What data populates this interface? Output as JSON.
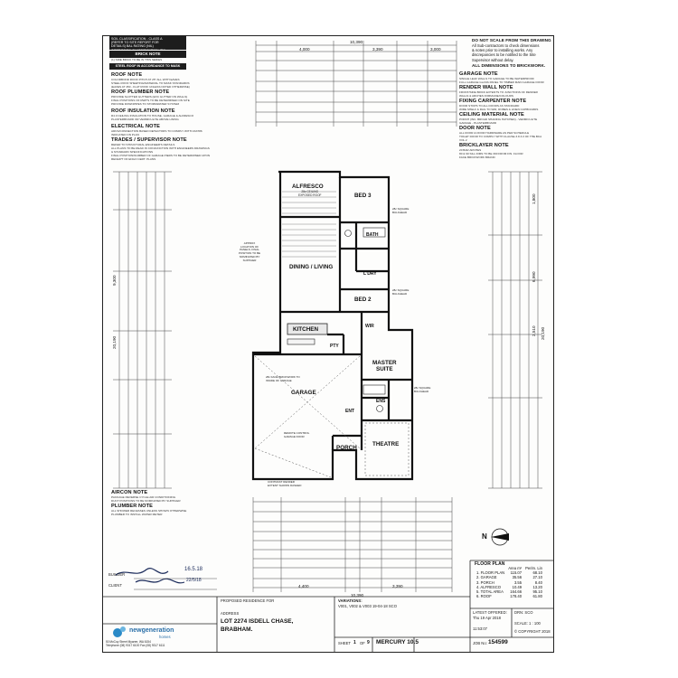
{
  "warning": {
    "line1": "DO NOT SCALE FROM THIS DRAWING",
    "lines": "All Sub-contractors to check dimensions\n& notes prior to installing works. Any\ndiscrepancies to be notified to the Site\nSupervisor without delay.",
    "line_last": "ALL DIMENSIONS TO BRICKWORK."
  },
  "site_class_box": "SOIL CLASSIFICATION - CLASS A\n(REFER TO SITE REPORT FOR\nDETAILS) BAL RATING (NIL)\nCORROSION CLASSIFICATION (R1)",
  "brick_note_band": "BRICK NOTE",
  "brick_note_sub": "(1) SIDE BRICK TO BE IN THIS SERIES",
  "steel_roof_band": "STEEL ROOF IN ACCORDANCE TO MASK STANDARDS",
  "left_notes": [
    {
      "head": "ROOF NOTE",
      "text": "COLORBOND ROOF PITCH AT 25° ALL WITH EAVES\nSTEEL ROOF SHEETING/MATERIAL TO MASK STANDARDS\n(EAVES AT 450 - FLAT ROOF UNLESS NOTED OTHERWISE)"
    },
    {
      "head": "ROOF PLUMBER NOTE",
      "text": "PROVIDE SLOTTED GUTTERS (EXC GUTTER ON WALLS)\nFINAL POSITIONS OF RWP'S TO BE DETERMINED ON SITE\nPROVIDE DOWNPIPES TO STORMWATER SYSTEM"
    },
    {
      "head": "ROOF INSULATION NOTE",
      "text": "R4.0 CEILING INSULATION TO HOUSE, GARAGE & ALFRESCO\nPLASTERBOARD OR VERMICULITE ABOVE LINING"
    },
    {
      "head": "ELECTRICAL NOTE",
      "text": "ARCS/CONNECTION BASED DETECTORS TO COMPLY WITH AS3786\nINDICATED ON PLAN"
    },
    {
      "head": "TRADES / SUPERVISOR NOTE",
      "text": "REFER TO STRUCTURAL ENGINEER'S DETAILS\nALL PLANS TO BE READ IN CONJUNCTION WITH ENGINEERS DRAWINGS\n& STANDARD SPECIFICATIONS\nFINAL POSITION/NUMBER OF GARAGE PIERS TO BE DETERMINED UPON\nRECEIPT OF ENGO CERT. PLANS"
    }
  ],
  "right_notes": [
    {
      "head": "GARAGE NOTE",
      "text": "SINGLE LEAF WALLS TO GARAGE TO BE WATERPROOF\nFULL GARAGE GLASS PANEL TO TIMBER MAIN GARAGE DOOR"
    },
    {
      "head": "RENDER WALL NOTE",
      "text": "FRONT/SIDE BRICK EXTENTS TO JUNCTIONS OF RENDER\nWALLS & ARCHES FORMLINE/COLOURS"
    },
    {
      "head": "FIXING CARPENTER NOTE",
      "text": "DOOR STOPS TO ALL DOORS AS STANDARD\nWIRE SHELF & RAIL TO WIR, ROBES & LINEN CUPBOARDS"
    },
    {
      "head": "CEILING MATERIAL NOTE",
      "text": "PORCH (INC. BROAD SHADING HATCHED) - VERMICULITE\nGARAGE - PLASTERBOARD"
    },
    {
      "head": "DOOR NOTE",
      "text": "ALL DOOR & DOOR HARDWARE AS PER SCHEDULE\nTOILET DOOR TO COMPLY WITH CLAUSE 3.8.3.3 OF THE BCA\nVOL 2"
    },
    {
      "head": "BRICKLAYER NOTE",
      "text": "20 BAR ARCHES\n80 & 90 SILL DIMS TO BE 300 FROM FIN. FLOOR\nFACE BRICKWORK BRAND"
    }
  ],
  "lower_left_notes": [
    {
      "head": "AIRCON NOTE",
      "text": "PACKAGE REVERSE CYCLE AIR CONDITIONING\nDUCT POSITIONS TO BE NOMINATED BY SUPPLIER"
    },
    {
      "head": "PLUMBER NOTE",
      "text": "ALL SHOWER RECESSES UNLESS SHOWN OTHERWISE\nPLUMBER TO INSTALL WATER METER"
    }
  ],
  "rooms": {
    "alfresco": "ALFRESCO",
    "alfresco_sub": "28c CEILING\nEXPOSED ROOF",
    "bed3": "BED 3",
    "bath": "BATH",
    "dining": "DINING / LIVING",
    "ldry": "L'DRY",
    "bed2": "BED 2",
    "kitchen": "KITCHEN",
    "pty": "PTY",
    "wir": "WIR",
    "master": "MASTER\nSUITE",
    "garage": "GARAGE",
    "ent": "ENT",
    "ens": "ENS",
    "porch": "PORCH",
    "theatre": "THEATRE"
  },
  "annotations": {
    "ceiling_bulkhead_1": "28c SQUARE\nBULKHEAD",
    "ceiling_bulkhead_2": "28c SQUARE\nBULKHEAD",
    "ceiling_bulkhead_3": "28c SQUARE\nBULKHEAD",
    "solar_note": "APPROX\nLOCATION OF\nPANELS. FINAL\nPOSITION TO BE\nNOMINATED BY\nSUPPLIER",
    "garage_note": "28c FACE BRICKWORK TO\nINSIDE OF GARAGE",
    "remote": "REMOTE CONTROL\nGARAGE DOOR",
    "contrast_render": "CONTRAST RENDER\nEXTENT SHOWN DASHED"
  },
  "dims": {
    "top_total": "10,390",
    "top_a": "4,000",
    "top_b": "3,390",
    "top_c": "3,000",
    "bottom_total": "10,390",
    "bottom_a": "4,400",
    "bottom_b": "3,390",
    "left_total": "9,300",
    "left_mid": "20,190",
    "right_total": "20,190",
    "right_a": "6,990",
    "right_b": "2,510",
    "right_c": "1,800"
  },
  "signatures": {
    "builder_label": "BUILDER",
    "client_label": "CLIENT",
    "date1": "16.5.18",
    "date2": "22/5/18"
  },
  "title_block": {
    "company_name": "newgeneration",
    "company_sub": "homes",
    "company_address": "50 McCoy Street Myaree, WA 6154\nTelephone (08) 9317 6100 Fax (08) 9317 6111",
    "proposed_label": "PROPOSED RESIDENCE FOR",
    "address_label": "ADDRESS",
    "address_line1": "LOT 2274 ISDELL CHASE,",
    "address_line2": "BRABHAM.",
    "variations_label": "VARIATIONS:",
    "variations_text": "V001, V002 & V003 19-04-18 SCO",
    "sheet_label": "SHEET",
    "sheet_num": "1",
    "sheet_of": "OF",
    "sheet_total": "9",
    "plan_name": "MERCURY 10.5",
    "job_label": "JOB No:",
    "job_no": "154599",
    "latest_offered_label": "LATEST OFFERED:",
    "latest_offered": "Thu 19 Apr 2018",
    "drawn": "DRN:  SCO",
    "time": "11:53:07",
    "scale": "SCALE:  1 : 100",
    "copyright": "© COPYRIGHT 2018"
  },
  "floor_plan_table": {
    "title": "FLOOR PLAN",
    "col_area": "Area m²",
    "col_perim": "Perim. Lin",
    "rows": [
      {
        "label": "1. FLOOR PLAN",
        "area": "115.07",
        "perim": "68.10"
      },
      {
        "label": "2. GARAGE",
        "area": "35.56",
        "perim": "27.10"
      },
      {
        "label": "3. PORCH",
        "area": "3.55",
        "perim": "8.40"
      },
      {
        "label": "4. ALFRESCO",
        "area": "10.49",
        "perim": "13.20"
      },
      {
        "label": "5. TOTAL AREA",
        "area": "164.66",
        "perim": "95.10"
      },
      {
        "label": "6. ROOF",
        "area": "178.40",
        "perim": "61.80"
      }
    ]
  },
  "compass": "N"
}
